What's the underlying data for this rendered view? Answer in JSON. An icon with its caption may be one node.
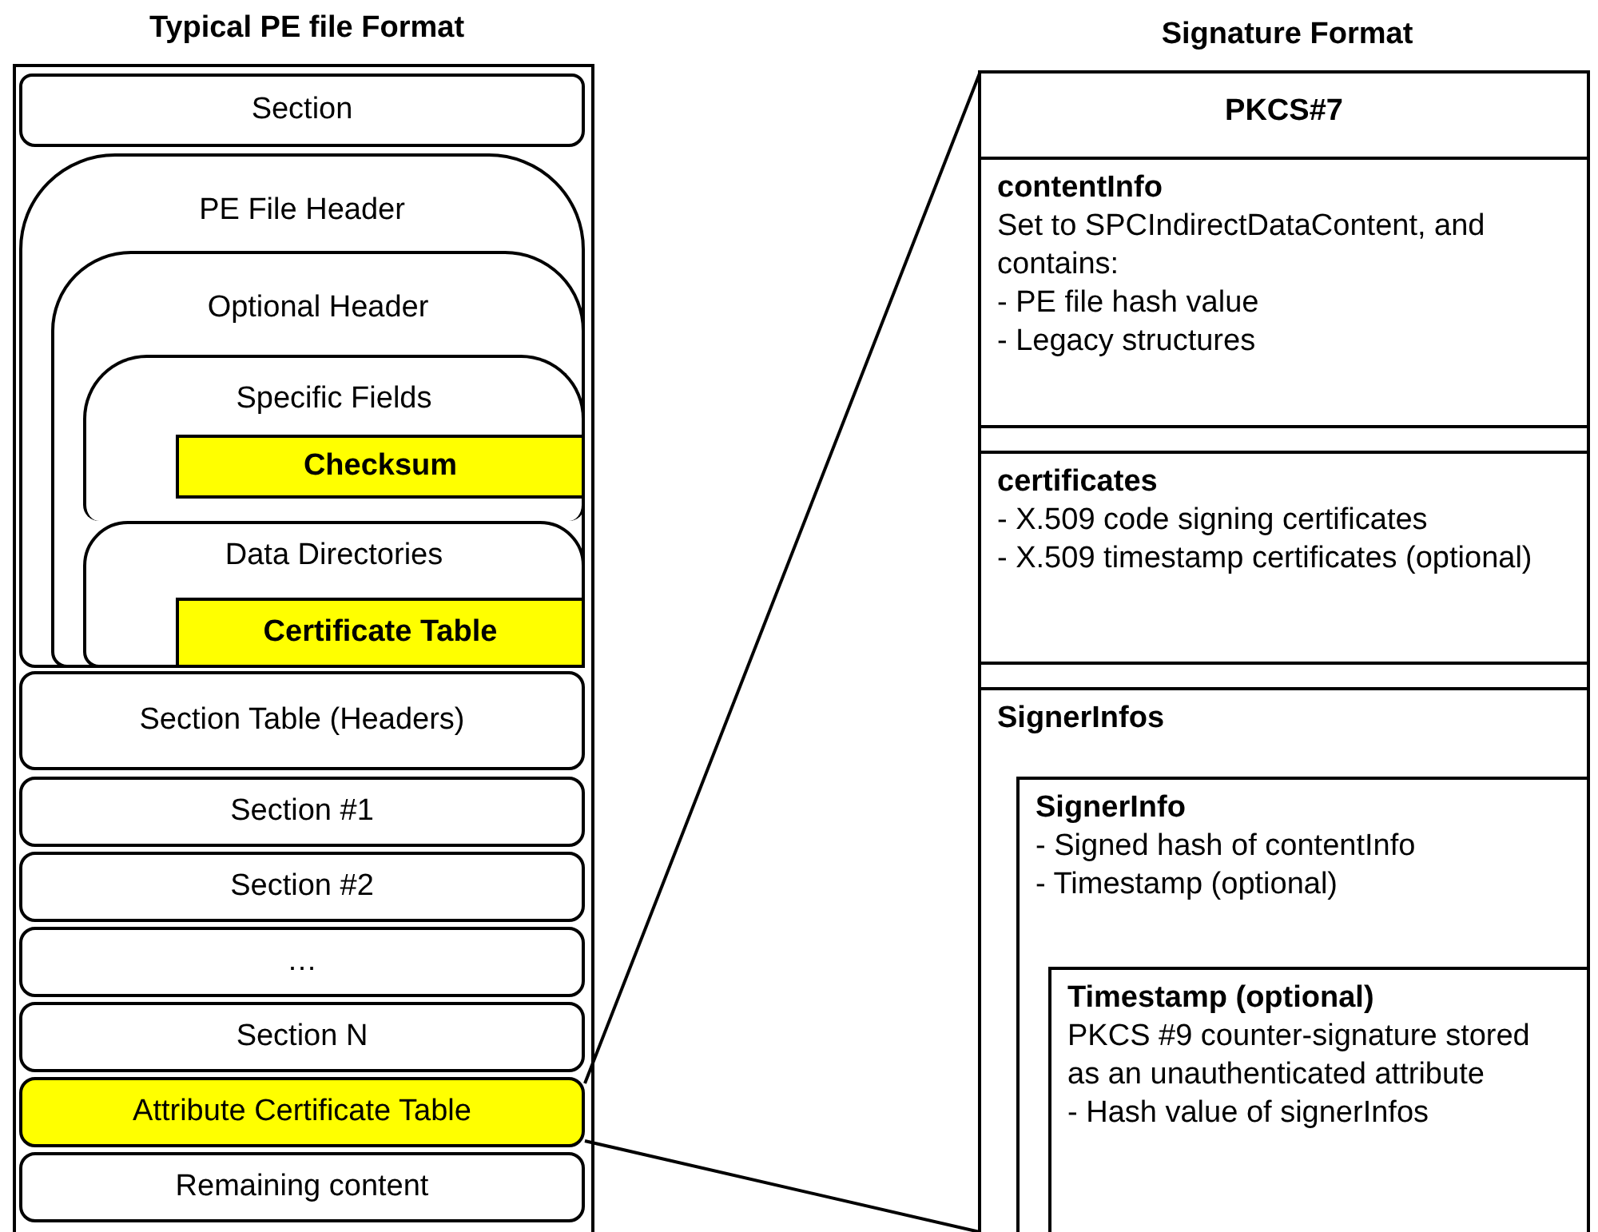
{
  "diagram": {
    "nodes": [
      {
        "text": [
          "Typical PE file Format"
        ]
      },
      {
        "text": [
          "Section"
        ],
        "in": 0
      },
      {
        "text": [
          "PE File Header"
        ],
        "in": 0
      },
      {
        "text": [
          "Optional Header"
        ],
        "in": 2
      },
      {
        "text": [
          "Specific Fields"
        ],
        "in": 3
      },
      {
        "text": [
          "Checksum"
        ],
        "in": 4
      },
      {
        "text": [
          "Data Directories"
        ],
        "in": 3
      },
      {
        "text": [
          "Certificate Table"
        ],
        "in": 6
      },
      {
        "text": [
          "Section Table (Headers)"
        ],
        "in": 0
      },
      {
        "text": [
          "Section #1"
        ],
        "in": 0
      },
      {
        "text": [
          "Section #2"
        ],
        "in": 0
      },
      {
        "text": [
          "…"
        ],
        "in": 0
      },
      {
        "text": [
          "Section N"
        ],
        "in": 0
      },
      {
        "text": [
          "Attribute Certificate Table"
        ],
        "in": 0
      },
      {
        "text": [
          "Remaining content"
        ],
        "in": 0
      },
      {
        "text": [
          "Signature Format",
          "PKCS#7"
        ]
      },
      {
        "text": [
          "contentInfo",
          "Set to SPCIndirectDataContent, and contains:",
          "- PE file hash value",
          "- Legacy structures"
        ],
        "in": 15
      },
      {
        "text": [
          "certificates",
          "- X.509 code signing certificates",
          "- X.509 timestamp certificates (optional)"
        ],
        "in": 15
      },
      {
        "text": [
          "SignerInfos"
        ],
        "in": 15
      },
      {
        "text": [
          "SignerInfo",
          "- Signed hash of contentInfo",
          "- Timestamp (optional)"
        ],
        "in": 18
      },
      {
        "text": [
          "Timestamp (optional)",
          "PKCS #9 counter-signature stored as an unauthenticated attribute",
          "- Hash value of signerInfos"
        ],
        "in": 19
      }
    ],
    "edges": [
      {
        "from": 13,
        "to": 15,
        "arrow": "none"
      },
      {
        "from": 13,
        "to": 15,
        "arrow": "none"
      }
    ]
  }
}
